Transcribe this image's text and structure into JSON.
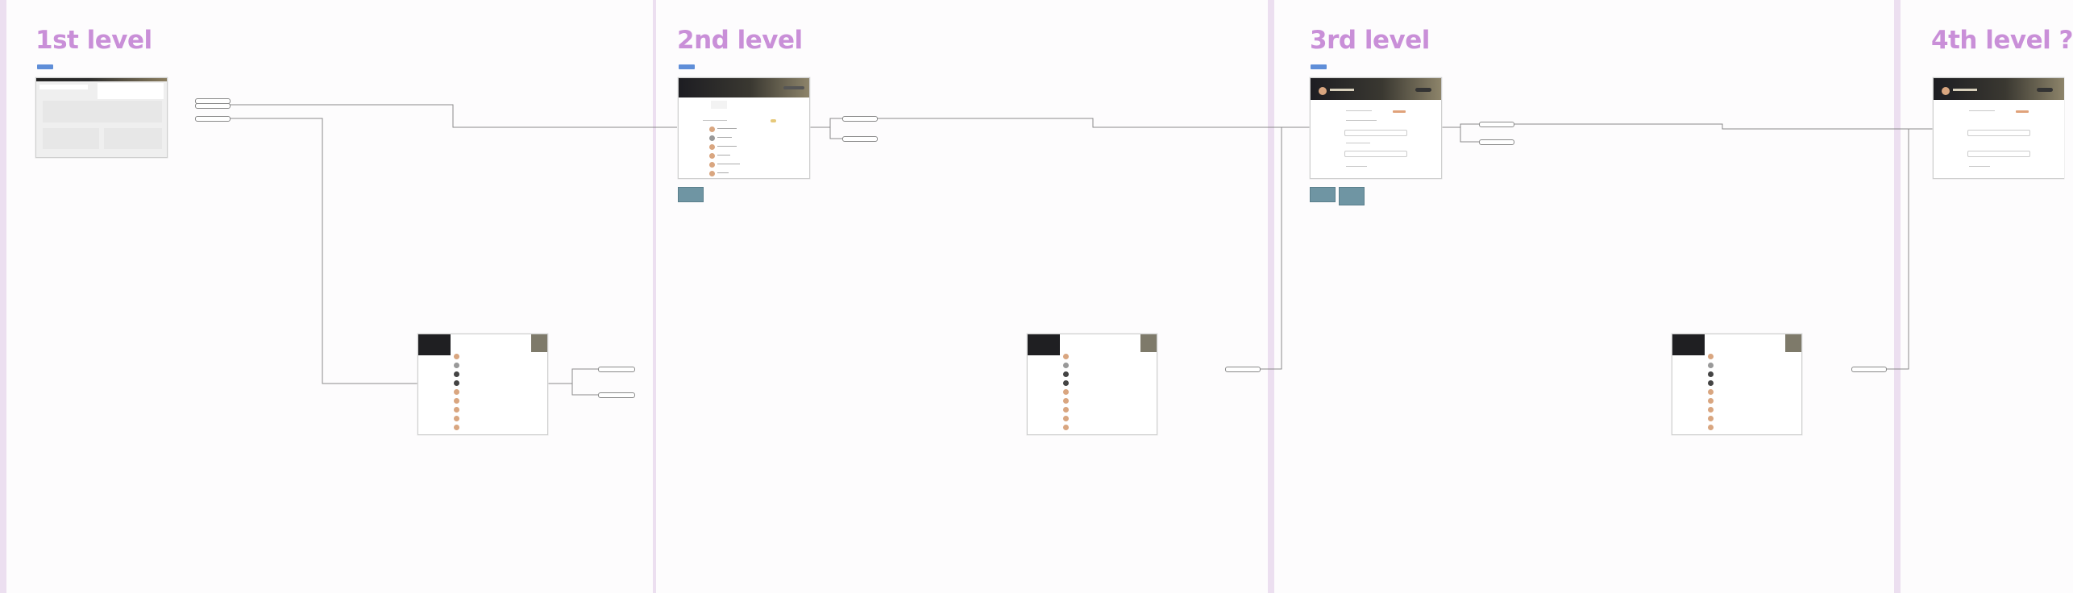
{
  "levels": {
    "first": "1st level",
    "second": "2nd level",
    "third": "3rd level",
    "fourth": "4th level ?"
  },
  "colors": {
    "background": "#fdfcfd",
    "divider": "#ecdff0",
    "heading": "#c98fd8",
    "badge": "#5f8ed8",
    "note": "#6f95a3",
    "connector": "#8a8a8a"
  },
  "icons": [
    "avatar-icon",
    "toggle-icon"
  ]
}
